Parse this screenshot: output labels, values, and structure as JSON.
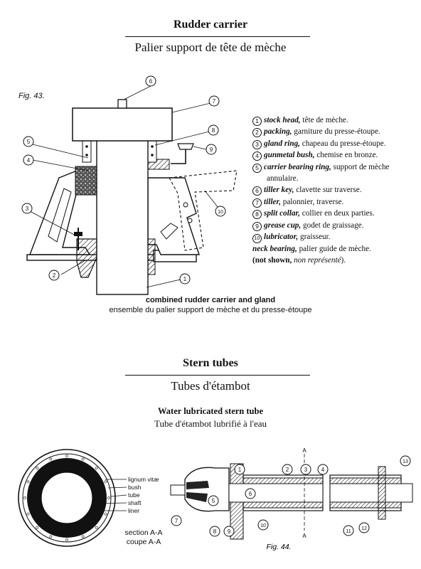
{
  "rudder_section": {
    "title_en": "Rudder carrier",
    "title_fr": "Palier support de tête de mèche",
    "fig_label": "Fig. 43.",
    "caption_en": "combined rudder carrier and gland",
    "caption_fr": "ensemble du palier support de mèche et du presse-étoupe",
    "callout_numbers": [
      "1",
      "2",
      "3",
      "4",
      "5",
      "6",
      "7",
      "8",
      "9",
      "10"
    ],
    "legend": [
      {
        "num": "1",
        "en": "stock head,",
        "fr": "tête de mèche."
      },
      {
        "num": "2",
        "en": "packing,",
        "fr": "garniture du presse-étoupe."
      },
      {
        "num": "3",
        "en": "gland ring,",
        "fr": "chapeau du presse-étoupe."
      },
      {
        "num": "4",
        "en": "gunmetal bush,",
        "fr": "chemise en bronze."
      },
      {
        "num": "5",
        "en": "carrier bearing ring,",
        "fr": "support de mèche",
        "fr_cont": "annulaire."
      },
      {
        "num": "6",
        "en": "tiller key,",
        "fr": "clavette sur traverse."
      },
      {
        "num": "7",
        "en": "tiller,",
        "fr": "palonnier, traverse."
      },
      {
        "num": "8",
        "en": "split collar,",
        "fr": "collier en deux parties."
      },
      {
        "num": "9",
        "en": "grease cup,",
        "fr": "godet de graissage."
      },
      {
        "num": "10",
        "en": "lubricator,",
        "fr": "graisseur."
      }
    ],
    "neck_bearing": {
      "en": "neck bearing,",
      "fr": "palier guide de mèche."
    },
    "not_shown": {
      "open": "(not shown,",
      "fr": "non représenté",
      "close": ")."
    }
  },
  "stern_section": {
    "title_en": "Stern tubes",
    "title_fr": "Tubes d'étambot",
    "subtitle_en": "Water lubricated stern tube",
    "subtitle_fr": "Tube d'étambot lubrifié à l'eau",
    "cross_section_labels": [
      "lignum vitæ",
      "bush",
      "tube",
      "shaft",
      "liner"
    ],
    "section_en": "section A-A",
    "section_fr": "coupe A-A",
    "fig_label": "Fig. 44.",
    "section_marker": "A",
    "callout_numbers": [
      "1",
      "2",
      "3",
      "4",
      "5",
      "6",
      "7",
      "8",
      "9",
      "10",
      "11",
      "12",
      "13"
    ]
  }
}
